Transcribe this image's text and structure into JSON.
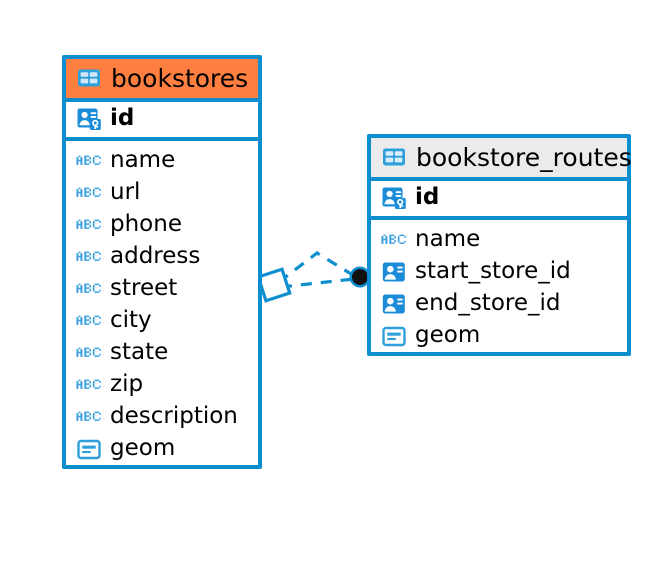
{
  "diagram": {
    "type": "entity-relationship-diagram",
    "background_color": "#ffffff",
    "accent_color": "#0d8ecf",
    "highlight_color": "#ff7f40",
    "neutral_header_color": "#ebebeb"
  },
  "entities": [
    {
      "name": "bookstores",
      "header_style": "accent-orange",
      "table_icon": "table-icon",
      "fields": [
        {
          "label": "id",
          "icon": "primary-key-icon",
          "type": "pk"
        },
        {
          "label": "name",
          "icon": "abc-text-icon",
          "type": "text"
        },
        {
          "label": "url",
          "icon": "abc-text-icon",
          "type": "text"
        },
        {
          "label": "phone",
          "icon": "abc-text-icon",
          "type": "text"
        },
        {
          "label": "address",
          "icon": "abc-text-icon",
          "type": "text"
        },
        {
          "label": "street",
          "icon": "abc-text-icon",
          "type": "text"
        },
        {
          "label": "city",
          "icon": "abc-text-icon",
          "type": "text"
        },
        {
          "label": "state",
          "icon": "abc-text-icon",
          "type": "text"
        },
        {
          "label": "zip",
          "icon": "abc-text-icon",
          "type": "text"
        },
        {
          "label": "description",
          "icon": "abc-text-icon",
          "type": "text"
        },
        {
          "label": "geom",
          "icon": "geometry-icon",
          "type": "geometry"
        }
      ]
    },
    {
      "name": "bookstore_routes",
      "header_style": "accent-gray",
      "table_icon": "table-icon",
      "fields": [
        {
          "label": "id",
          "icon": "primary-key-icon",
          "type": "pk"
        },
        {
          "label": "name",
          "icon": "abc-text-icon",
          "type": "text"
        },
        {
          "label": "start_store_id",
          "icon": "foreign-key-icon",
          "type": "fk"
        },
        {
          "label": "end_store_id",
          "icon": "foreign-key-icon",
          "type": "fk"
        },
        {
          "label": "geom",
          "icon": "geometry-icon",
          "type": "geometry"
        }
      ]
    }
  ],
  "relationships": [
    {
      "from_entity": "bookstores",
      "to_entity": "bookstore_routes",
      "from_marker": "diamond-open",
      "to_marker": "filled-circle",
      "line_style": "dashed",
      "line_color": "#0d8ecf"
    },
    {
      "from_entity": "bookstores",
      "to_entity": "bookstore_routes",
      "from_marker": "diamond-open",
      "to_marker": "filled-circle",
      "line_style": "dashed",
      "line_color": "#0d8ecf"
    }
  ]
}
